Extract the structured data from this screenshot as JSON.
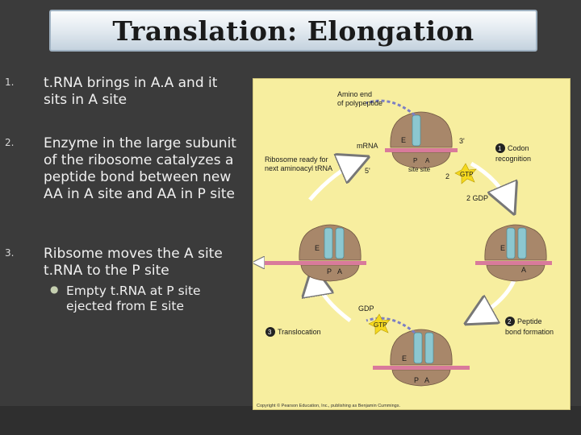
{
  "title": "Translation:  Elongation",
  "steps": [
    {
      "num": "1.",
      "text": "t.RNA brings in A.A and it sits in A site"
    },
    {
      "num": "2.",
      "text": "Enzyme in the large subunit of the ribosome catalyzes a peptide bond between new AA in A site and AA in P site"
    },
    {
      "num": "3.",
      "text": "Ribsome moves the A site t.RNA to the P site"
    }
  ],
  "sub_bullet": {
    "symbol": "●",
    "text": "Empty t.RNA at P site ejected from E site"
  },
  "figure": {
    "amino_end": "Amino end",
    "of_polypeptide": "of polypeptide",
    "mrna": "mRNA",
    "five_prime": "5'",
    "three_prime": "3'",
    "ribosome_ready_1": "Ribosome ready for",
    "ribosome_ready_2": "next aminoacyl tRNA",
    "e": "E",
    "p": "P",
    "a": "A",
    "p_site": "P",
    "a_site": "A",
    "site_site": "site site",
    "step1_num": "1",
    "step1_a": "Codon",
    "step1_b": "recognition",
    "step2_num": "2",
    "step2_a": "Peptide",
    "step2_b": "bond formation",
    "step3_num": "3",
    "step3_a": "Translocation",
    "gtp": "GTP",
    "two": "2",
    "two_gdp": "2 GDP",
    "gdp": "GDP",
    "copyright": "Copyright © Pearson Education, Inc., publishing as Benjamin Cummings.",
    "colors": {
      "ribosome": "#a8876a",
      "trna": "#8cc7d0",
      "mrna": "#d97a9b",
      "peptide": "#7c7fc4",
      "gtp": "#f5d91f"
    }
  }
}
